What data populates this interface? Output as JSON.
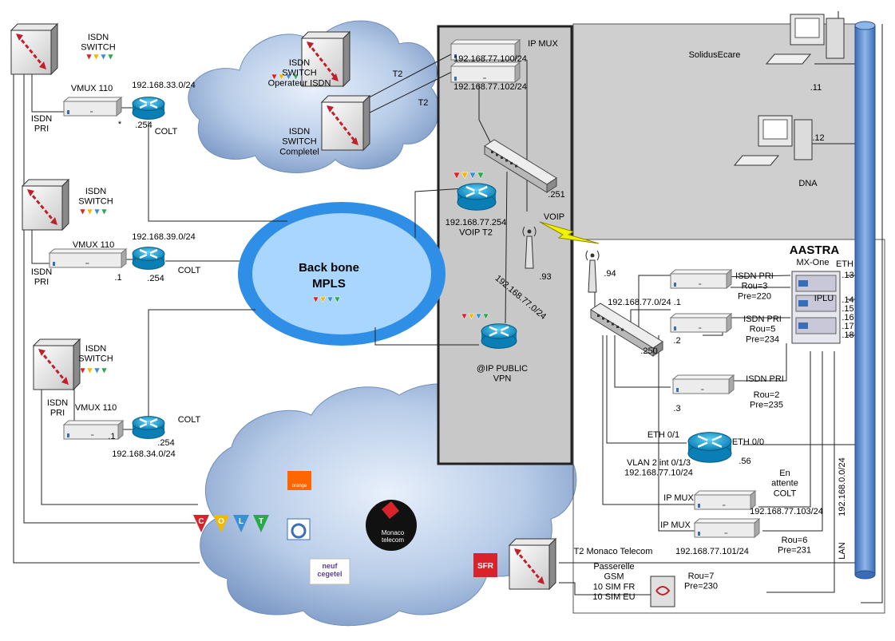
{
  "labels": {
    "isdn_switch": "ISDN\nSWITCH",
    "isdn_switch_operateur": "ISDN\nSWITCH\nOperateur ISDN",
    "isdn_switch_completel": "ISDN\nSWITCH\nCompletel",
    "isdn_pri": "ISDN\nPRI",
    "vmux": "VMUX 110",
    "colt": "COLT",
    "net1": "192.168.33.0/24",
    "net2": "192.168.39.0/24",
    "net3": "192.168.34.0/24",
    "r254": ".254",
    "d1": ".1",
    "star": "*",
    "t2": "T2",
    "backbone": "Back bone\nMPLS",
    "ip_mux": "IP MUX",
    "ipmux100": "192.168.77.100/24",
    "ipmux102": "192.168.77.102/24",
    "voip_t2": "192.168.77.254\nVOIP T2",
    "d251": ".251",
    "voip": "VOIP",
    "d93": ".93",
    "lan77_diag": "192.168.77.0/24",
    "ip_public": "@IP PUBLIC\nVPN",
    "solidus": "SolidusEcare",
    "d11": ".11",
    "d12": ".12",
    "dna": "DNA",
    "aastra": "AASTRA",
    "mxone": "MX-One",
    "eth": "ETH",
    "d13": ".13",
    "iplu": "IPLU",
    "iplu_ips": [
      ".14",
      ".15",
      ".16",
      ".17",
      ".18"
    ],
    "d94": ".94",
    "lan77_1": "192.168.77.0/24 .1",
    "d2": ".2",
    "d3": ".3",
    "d250": ".250",
    "isdn_pri_1": "ISDN PRI\nRou=3\nPre=220",
    "isdn_pri_2": "ISDN PRI\nRou=5\nPre=234",
    "isdn_pri_3": "ISDN PRI",
    "rou2": "Rou=2\nPre=235",
    "eth01": "ETH 0/1",
    "eth00": "ETH 0/0",
    "vlan": "VLAN 2 int 0/1/3\n192.168.77.10/24",
    "d56": ".56",
    "en_attente": "En\nattente\nCOLT",
    "ipmux103": "192.168.77.103/24",
    "ipmux101": "192.168.77.101/24",
    "rou6": "Rou=6\nPre=231",
    "t2_monaco": "T2 Monaco Telecom",
    "passerelle": "Passerelle\nGSM\n10 SIM FR\n10 SIM EU",
    "rou7": "Rou=7\nPre=230",
    "lan_net": "192.168.0.0/24",
    "lan": "LAN",
    "orange": "orange",
    "monaco_telecom": "Monaco\ntelecom",
    "neuf": "neuf\ncegetel",
    "sfr": "SFR",
    "colt_letters": [
      "C",
      "O",
      "L",
      "T"
    ]
  },
  "colors": {
    "cloud_fill": "#aac4e6",
    "cloud_dark": "#6f8fbd",
    "mpls_outer": "#2f8ee6",
    "mpls_inner": "#a9d6ff",
    "router": "#1ca3d6",
    "panel_gray": "#cfcfcf",
    "lan_pipe": "#5b8fd0",
    "bolt": "#f2f200",
    "switch_arrow": "#c0202a",
    "colt_colors": [
      "#d8232a",
      "#f5b800",
      "#3c8fd0",
      "#2aa84a"
    ]
  }
}
